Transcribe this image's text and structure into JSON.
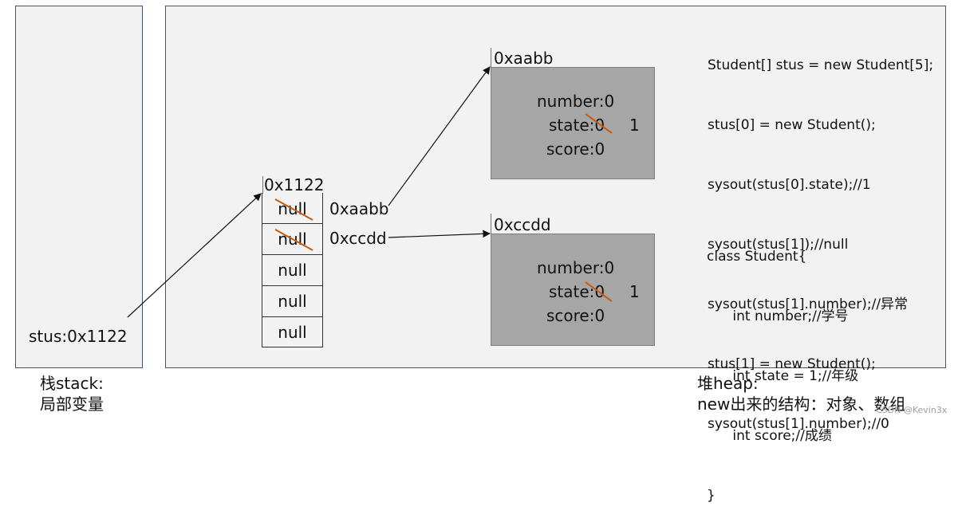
{
  "stack": {
    "variable": "stus:0x1122",
    "caption_line1": "栈stack:",
    "caption_line2": "局部变量"
  },
  "heap": {
    "caption_line1": "堆heap:",
    "caption_line2": "new出来的结构：对象、数组"
  },
  "array": {
    "address": "0x1122",
    "cells": [
      "null",
      "null",
      "null",
      "null",
      "null"
    ],
    "refs": [
      "0xaabb",
      "0xccdd"
    ]
  },
  "objects": [
    {
      "address": "0xaabb",
      "number": "number:0",
      "state": "state:0",
      "new_state": "1",
      "score": "score:0"
    },
    {
      "address": "0xccdd",
      "number": "number:0",
      "state": "state:0",
      "new_state": "1",
      "score": "score:0"
    }
  ],
  "code_main": [
    "Student[] stus = new Student[5];",
    "stus[0] = new Student();",
    "sysout(stus[0].state);//1",
    "sysout(stus[1]);//null",
    "sysout(stus[1].number);//异常",
    "stus[1] = new Student();",
    "sysout(stus[1].number);//0"
  ],
  "code_class": [
    "class Student{",
    "      int number;//学号",
    "      int state = 1;//年级",
    "      int score;//成绩",
    "}"
  ],
  "watermark": "CSDN @Kevin3x",
  "colors": {
    "strike": "#c55a11",
    "panel_border": "#44546a",
    "object_fill": "#a6a6a6"
  }
}
